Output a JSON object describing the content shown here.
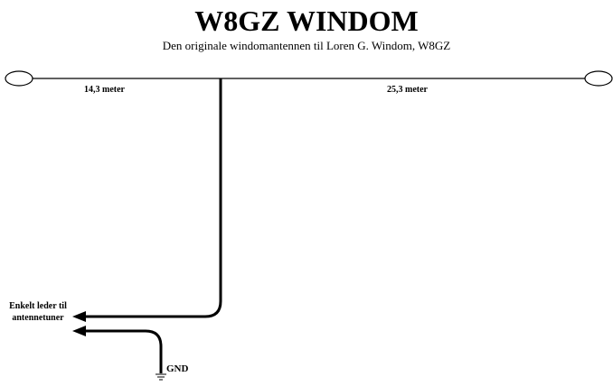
{
  "title": "W8GZ WINDOM",
  "subtitle": "Den originale windomantennen til Loren G. Windom, W8GZ",
  "labels": {
    "left_leg": "14,3 meter",
    "right_leg": "25,3 meter",
    "feed_line_1": "Enkelt leder til",
    "feed_line_2": "antennetuner",
    "ground": "GND"
  }
}
